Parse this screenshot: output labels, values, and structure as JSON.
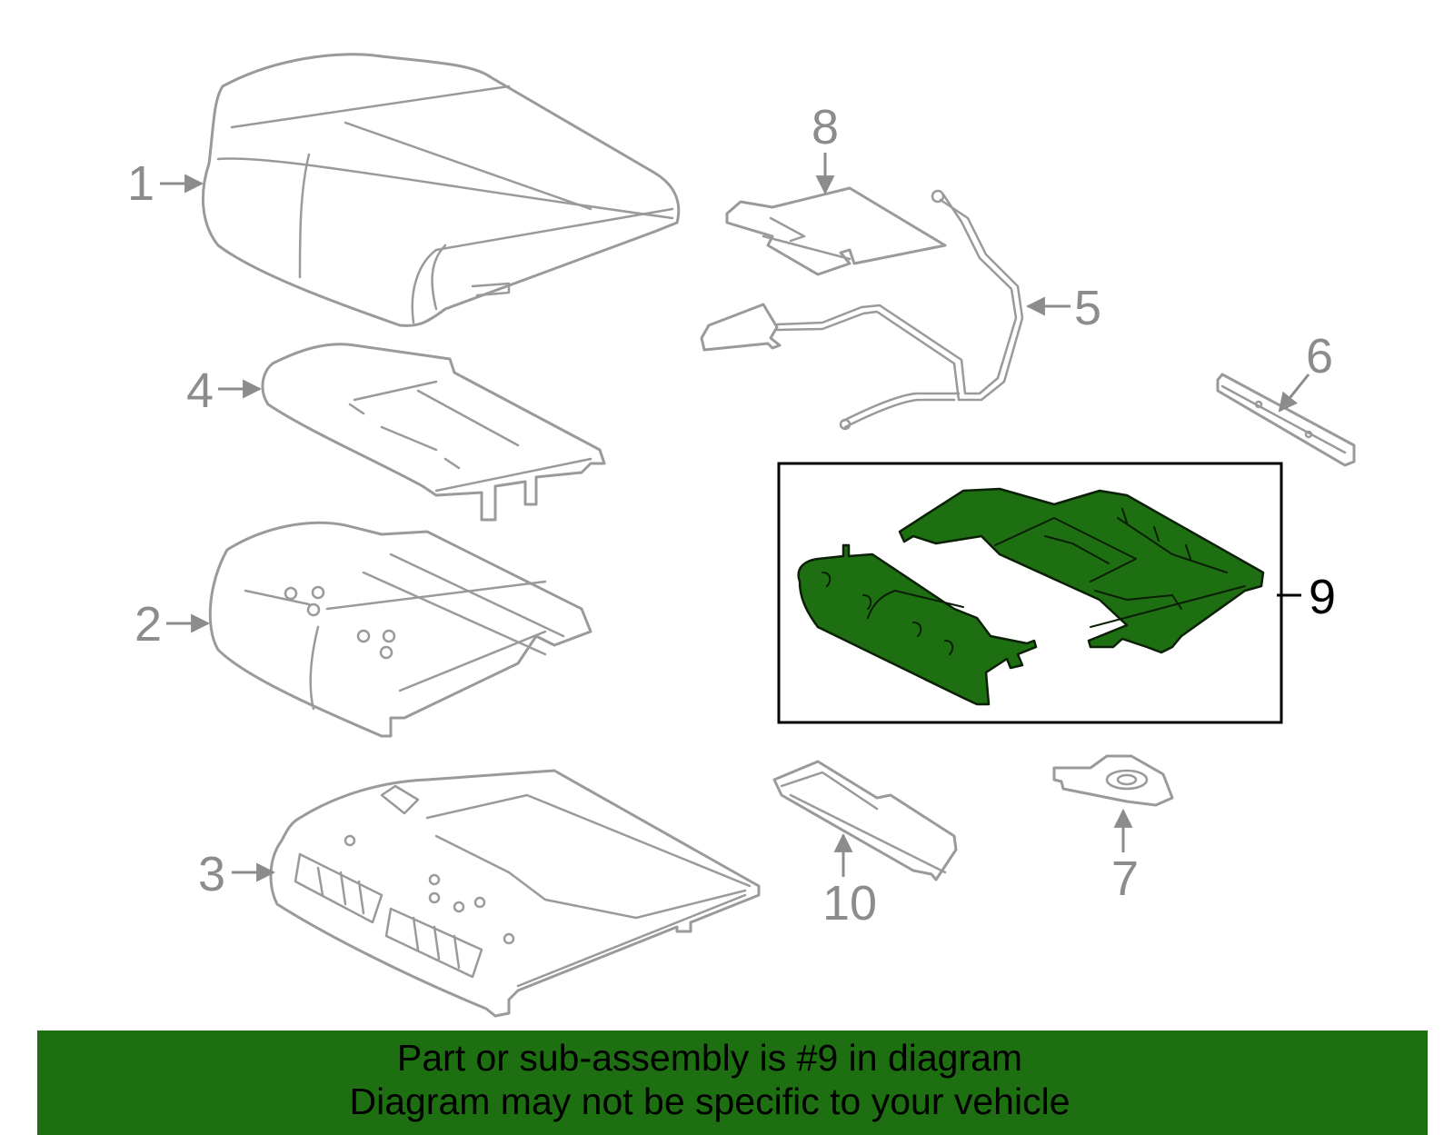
{
  "callouts": {
    "c1": "1",
    "c2": "2",
    "c3": "3",
    "c4": "4",
    "c5": "5",
    "c6": "6",
    "c7": "7",
    "c8": "8",
    "c9": "9",
    "c10": "10"
  },
  "banner": {
    "line1": "Part or sub-assembly is #9 in diagram",
    "line2": "Diagram may not be specific to your vehicle"
  },
  "colors": {
    "highlight": "#1e6f12",
    "banner": "#1e6f12",
    "line": "#9a9a9a",
    "callout_text": "#8c8c8c"
  },
  "highlighted_part": "9"
}
